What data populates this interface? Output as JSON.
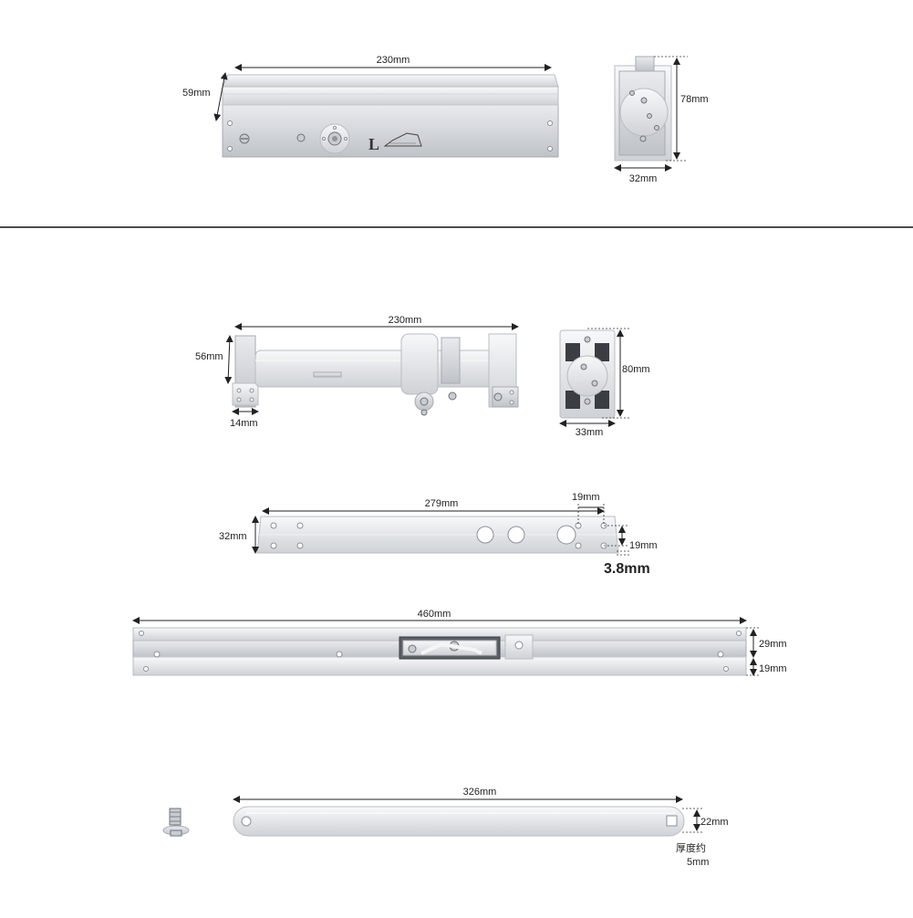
{
  "diagram": {
    "top_body": {
      "length_label": "230mm",
      "height_label": "59mm",
      "end_height_label": "78mm",
      "end_width_label": "32mm",
      "engraving": "L"
    },
    "arm_body": {
      "length_label": "230mm",
      "height_label": "56mm",
      "foot_label": "14mm",
      "end_height_label": "80mm",
      "end_width_label": "33mm"
    },
    "mounting_plate": {
      "length_label": "279mm",
      "height_label": "32mm",
      "hole_offset_x_label": "19mm",
      "hole_offset_y_label": "19mm",
      "thickness_label": "3.8mm"
    },
    "slide_rail": {
      "length_label": "460mm",
      "height_label": "29mm",
      "depth_label": "19mm"
    },
    "arm_bar": {
      "length_label": "326mm",
      "width_label": "22mm",
      "thickness_caption": "厚度约",
      "thickness_label": "5mm"
    }
  }
}
